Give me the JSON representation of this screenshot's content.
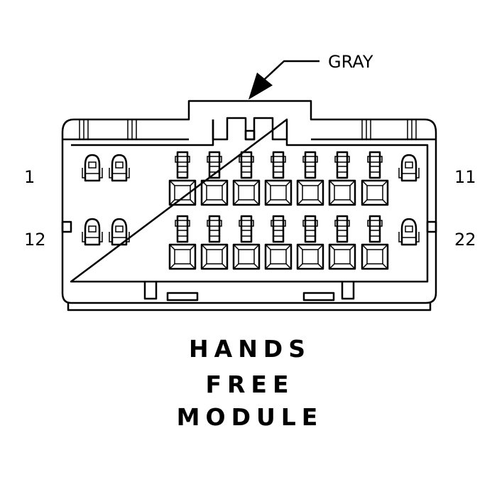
{
  "connector": {
    "color_label": "GRAY",
    "pins": {
      "top_left": "1",
      "top_right": "11",
      "bottom_left": "12",
      "bottom_right": "22"
    },
    "title_lines": [
      "HANDS",
      "FREE",
      "MODULE"
    ],
    "rows": 2,
    "cavities_per_row": 10
  }
}
